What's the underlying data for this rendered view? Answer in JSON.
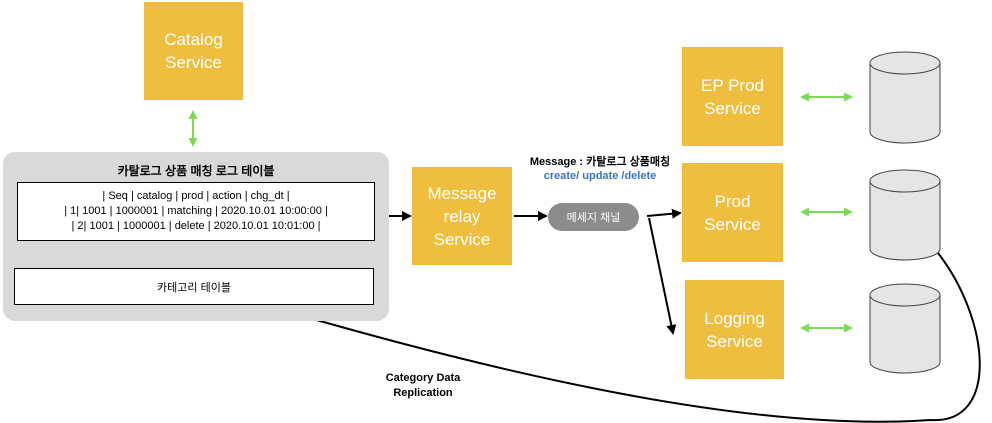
{
  "services": {
    "catalog": "Catalog\nService",
    "relay": "Message\nrelay\nService",
    "ep_prod": "EP Prod\nService",
    "prod": "Prod\nService",
    "logging": "Logging\nService"
  },
  "db_group": {
    "title": "카탈로그 상품 매칭 로그 테이블",
    "log_table_rows": [
      "| Seq | catalog | prod | action | chg_dt |",
      "| 1| 1001 | 1000001 | matching | 2020.10.01 10:00:00 |",
      "| 2| 1001 | 1000001 | delete | 2020.10.01 10:01:00 |"
    ],
    "category_table": "카테고리 테이블"
  },
  "message": {
    "title": "Message : 카탈로그 상품매칭",
    "ops": "create/ update /delete",
    "channel": "메세지 채널"
  },
  "replication_label": "Category Data\nReplication",
  "colors": {
    "service_fill": "#efbe3f",
    "group_fill": "#d9d9d9",
    "channel_fill": "#8c8c8c",
    "ops_text": "#3a74c4",
    "link_arrow": "#7ed957",
    "db_fill": "#e5e5e5"
  }
}
